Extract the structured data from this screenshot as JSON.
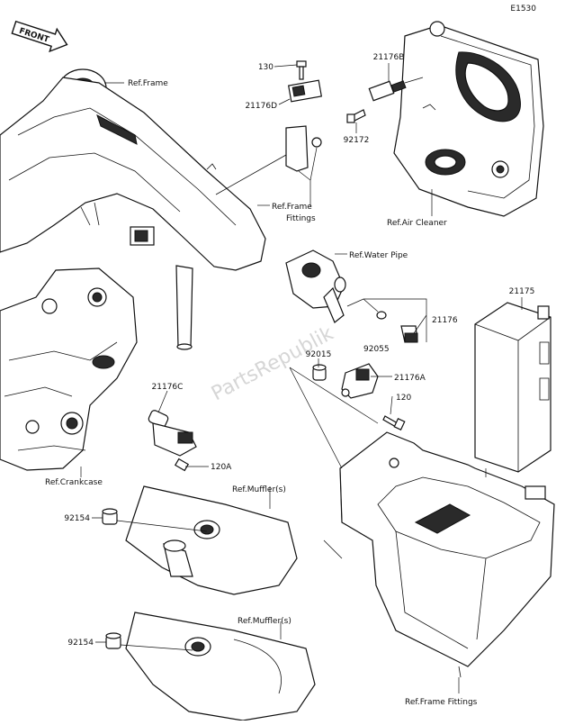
{
  "diagram_code": "E1530",
  "front_badge": "FRONT",
  "watermark": "PartsRepublik",
  "parts": {
    "p130": "130",
    "p21176B": "21176B",
    "p21176D": "21176D",
    "p92172": "92172",
    "p21175": "21175",
    "p21176": "21176",
    "p92055": "92055",
    "p92015": "92015",
    "p21176A": "21176A",
    "p120": "120",
    "p21176C": "21176C",
    "p120A": "120A",
    "p92154a": "92154",
    "p92154b": "92154"
  },
  "refs": {
    "frame": "Ref.Frame",
    "frame_fittings_1": "Ref.Frame",
    "frame_fittings_2": "Fittings",
    "air_cleaner": "Ref.Air Cleaner",
    "water_pipe": "Ref.Water Pipe",
    "crankcase": "Ref.Crankcase",
    "muffler_1": "Ref.Muffler(s)",
    "muffler_2": "Ref.Muffler(s)",
    "frame_fittings_bottom": "Ref.Frame Fittings"
  }
}
